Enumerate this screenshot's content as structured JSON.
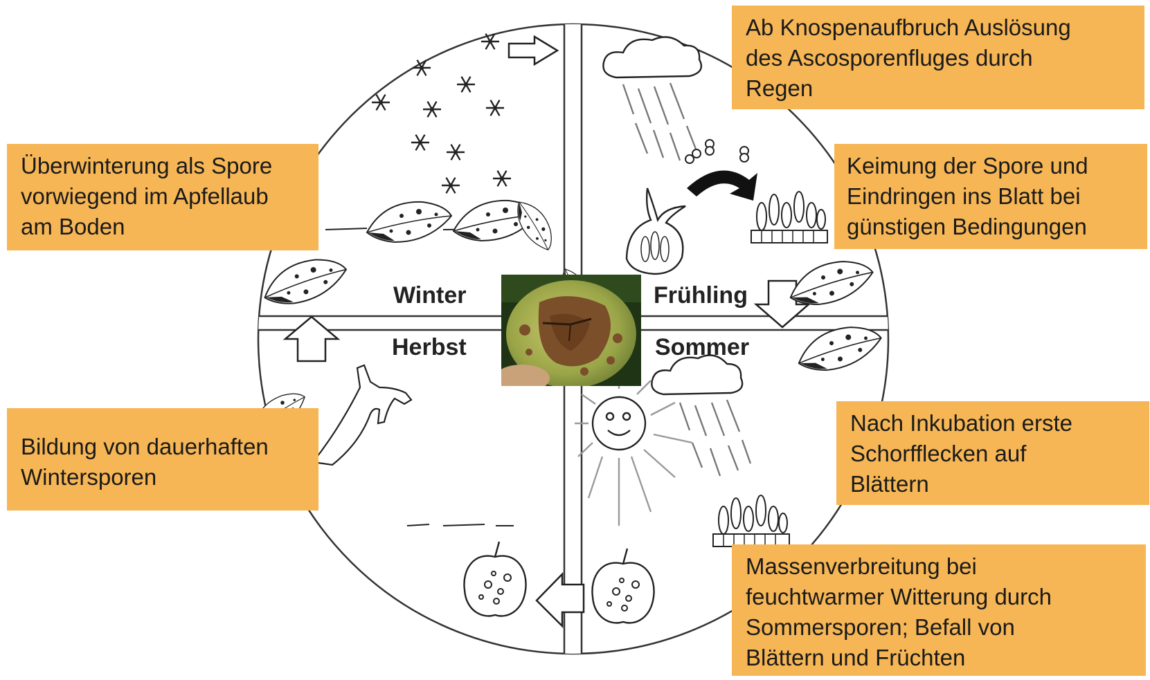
{
  "seasons": {
    "winter": "Winter",
    "spring": "Frühling",
    "summer": "Sommer",
    "autumn": "Herbst"
  },
  "notes": {
    "winter": "Überwinterung als Spore\nvorwiegend im Apfellaub\nam Boden",
    "spring_rain": "Ab Knospenaufbruch Auslösung\ndes Ascosporenfluges durch\nRegen",
    "spring_germination": "Keimung der Spore und\nEindringen ins Blatt bei\ngünstigen Bedingungen",
    "autumn": "Bildung von dauerhaften\nWintersporen",
    "summer_incubation": "Nach Inkubation erste\nSchorfflecken auf\nBlättern",
    "summer_spread": "Massenverbreitung bei\nfeuchtwarmer Witterung durch\nSommersporen; Befall von\nBlättern und Früchten"
  },
  "colors": {
    "note_background": "#f6b655",
    "line": "#444444",
    "fill": "#ffffff"
  },
  "icons": [
    "snowflake-icon",
    "leaf-icon",
    "cloud-icon",
    "rain-icon",
    "sun-icon",
    "spore-icon",
    "apple-icon",
    "branch-icon",
    "arrow-icon"
  ]
}
